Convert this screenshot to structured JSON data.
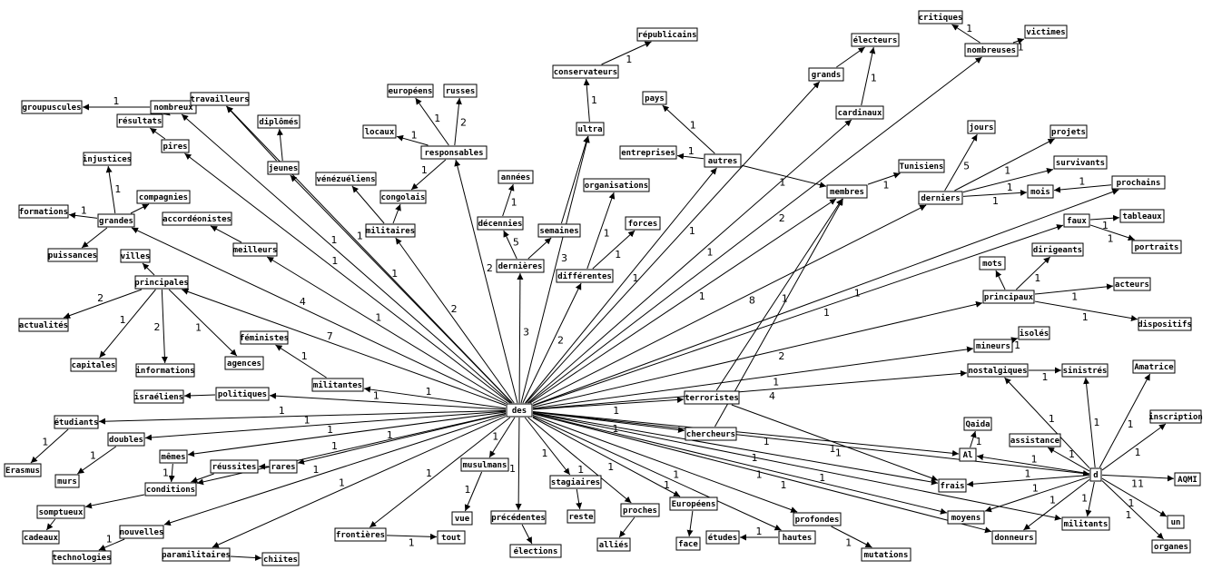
{
  "graph": {
    "colors": {
      "stroke": "#000000",
      "fill": "#ffffff",
      "text": "#000000"
    },
    "nodes": {
      "des": "des",
      "groupuscules": "groupuscules",
      "nombreux": "nombreux",
      "travailleurs": "travailleurs",
      "resultats": "résultats",
      "pires": "pires",
      "diplomes": "diplômés",
      "jeunes": "jeunes",
      "injustices": "injustices",
      "formations": "formations",
      "compagnies": "compagnies",
      "grandes": "grandes",
      "puissances": "puissances",
      "accordeonistes": "accordéonistes",
      "meilleurs": "meilleurs",
      "villes": "villes",
      "principales": "principales",
      "actualites": "actualités",
      "capitales": "capitales",
      "informations": "informations",
      "agences": "agences",
      "feministes": "féministes",
      "militantes": "militantes",
      "politiques": "politiques",
      "israeliens": "israéliens",
      "etudiants": "étudiants",
      "erasmus": "Erasmus",
      "doubles": "doubles",
      "murs": "murs",
      "memes": "mêmes",
      "conditions": "conditions",
      "reussites": "réussites",
      "rares": "rares",
      "somptueux": "somptueux",
      "cadeaux": "cadeaux",
      "nouvelles": "nouvelles",
      "technologies": "technologies",
      "paramilitaires": "paramilitaires",
      "chiites": "chiites",
      "frontieres": "frontières",
      "tout": "tout",
      "musulmans": "musulmans",
      "vue": "vue",
      "precedentes": "précédentes",
      "elections": "élections",
      "stagiaires": "stagiaires",
      "reste": "reste",
      "proches": "proches",
      "allies": "alliés",
      "europeens_cap": "Européens",
      "face": "face",
      "etudes": "études",
      "hautes": "hautes",
      "profondes": "profondes",
      "mutations": "mutations",
      "europeens": "européens",
      "russes": "russes",
      "locaux": "locaux",
      "responsables": "responsables",
      "venezueliens": "vénézuéliens",
      "congolais": "congolais",
      "militaires": "militaires",
      "republicains": "républicains",
      "conservateurs": "conservateurs",
      "ultra": "ultra",
      "annees": "années",
      "decennies": "décennies",
      "dernieres": "dernières",
      "semaines": "semaines",
      "organisations": "organisations",
      "forces": "forces",
      "differentes": "différentes",
      "pays": "pays",
      "entreprises": "entreprises",
      "autres": "autres",
      "grands": "grands",
      "electeurs": "électeurs",
      "cardinaux": "cardinaux",
      "critiques": "critiques",
      "victimes": "victimes",
      "nombreuses": "nombreuses",
      "jours": "jours",
      "projets": "projets",
      "survivants": "survivants",
      "tunisiens": "Tunisiens",
      "membres": "membres",
      "derniers": "derniers",
      "mois": "mois",
      "prochains": "prochains",
      "tableaux": "tableaux",
      "faux": "faux",
      "portraits": "portraits",
      "dirigeants": "dirigeants",
      "mots": "mots",
      "principaux": "principaux",
      "acteurs": "acteurs",
      "dispositifs": "dispositifs",
      "isoles": "isolés",
      "mineurs": "mineurs",
      "amatrice": "Amatrice",
      "nostalgiques": "nostalgiques",
      "sinistres": "sinistrés",
      "terroristes": "terroristes",
      "inscription": "inscription",
      "qaida": "Qaida",
      "chercheurs": "chercheurs",
      "al": "Al",
      "assistance": "assistance",
      "d": "d",
      "aqmi": "AQMI",
      "frais": "frais",
      "un": "un",
      "moyens": "moyens",
      "militants": "militants",
      "organes": "organes",
      "donneurs": "donneurs"
    },
    "edge_labels": {
      "nombreux": "1",
      "travailleurs": "1",
      "jeunes": "1",
      "diplomes": "",
      "pires": "1",
      "grandes": "4",
      "principales": "7",
      "meilleurs": "1",
      "militaires": "2",
      "responsables": "2",
      "dernieres": "3",
      "ultra": "3",
      "differentes": "2",
      "autres": "1",
      "grands": "1",
      "cardinaux": "1",
      "nombreuses": "2",
      "membres": "1",
      "derniers": "8",
      "prochains": "1",
      "faux": "1",
      "principaux": "2",
      "mineurs": "1",
      "nostalgiques": "4",
      "terroristes": "1",
      "d": "1",
      "chercheurs": "1",
      "frais": "1",
      "moyens": "1",
      "militants": "1",
      "donneurs": "1",
      "profondes": "1",
      "hautes": "1",
      "europeens_cap": "1",
      "proches": "1",
      "stagiaires": "1",
      "precedentes": "1",
      "musulmans": "1",
      "frontieres": "1",
      "paramilitaires": "1",
      "nouvelles": "1",
      "conditions": "1",
      "rares": "1",
      "memes": "1",
      "doubles": "1",
      "etudiants": "1",
      "politiques": "1",
      "militantes": "1",
      "al": "1",
      "nombreux_groupuscules": "1",
      "travailleurs_resultats": "",
      "jeunes_diplomes": "",
      "grandes_injustices": "1",
      "grandes_formations": "1",
      "grandes_compagnies": "",
      "grandes_puissances": "",
      "principales_villes": "",
      "principales_actualites": "2",
      "principales_capitales": "1",
      "principales_informations": "2",
      "principales_agences": "1",
      "militantes_feministes": "1",
      "politiques_israeliens": "",
      "etudiants_erasmus": "1",
      "doubles_murs": "1",
      "memes_conditions": "1",
      "reussites_conditions": "",
      "conditions_somptueux": "",
      "somptueux_cadeaux": "",
      "nouvelles_technologies": "1",
      "paramilitaires_chiites": "",
      "frontieres_tout": "1",
      "musulmans_vue": "1",
      "precedentes_elections": "",
      "stagiaires_reste": "",
      "proches_allies": "",
      "europeens_face": "",
      "hautes_etudes": "1",
      "profondes_mutations": "1",
      "responsables_europeens": "1",
      "responsables_russes": "2",
      "responsables_locaux": "1",
      "responsables_congolais": "1",
      "militaires_venezueliens": "",
      "militaires_congolais": "",
      "conservateurs_republicains": "1",
      "ultra_conservateurs": "1",
      "decennies_annees": "1",
      "dernieres_decennies": "5",
      "dernieres_semaines": "",
      "differentes_organisations": "1",
      "differentes_forces": "1",
      "autres_pays": "1",
      "autres_entreprises": "1",
      "autres_membres": "1",
      "grands_electeurs": "",
      "cardinaux_electeurs": "1",
      "nombreuses_critiques": "1",
      "nombreuses_victimes": "1",
      "derniers_jours": "5",
      "derniers_projets": "1",
      "derniers_survivants": "1",
      "derniers_mois": "1",
      "derniers_tunisiens": "1",
      "membres_tunisiens": "1",
      "prochains_mois": "1",
      "faux_tableaux": "1",
      "faux_portraits": "1",
      "principaux_mots": "",
      "principaux_dirigeants": "1",
      "principaux_acteurs": "1",
      "principaux_dispositifs": "1",
      "mineurs_isoles": "1",
      "terroristes_membres": "1",
      "nostalgiques_sinistres": "1",
      "d_amatrice": "1",
      "d_inscription": "1",
      "d_aqmi": "11",
      "d_un": "1",
      "d_organes": "1",
      "d_al": "1",
      "al_qaida": "1",
      "terroristes_frais": "1",
      "d_assistance": "1",
      "d_sinistres": "1",
      "d_nostalgiques": "1",
      "d_moyens": "1",
      "d_militants": "1",
      "d_frais": "1",
      "d_donneurs": "1"
    }
  }
}
